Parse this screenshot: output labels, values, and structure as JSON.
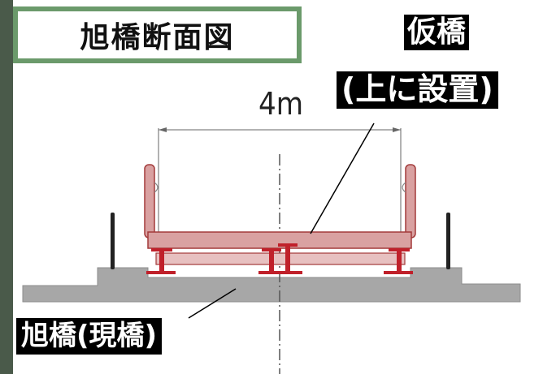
{
  "title": "旭橋断面図",
  "labels": {
    "temporary_bridge_line1": "仮橋",
    "temporary_bridge_line2": "(上に設置)",
    "existing_bridge": "旭橋(現橋)"
  },
  "dimension": "4m",
  "colors": {
    "girder_fill": "#d9a1a1",
    "girder_stroke": "#a33a3a",
    "beam_red": "#c0202a",
    "deck_gray": "#a7a7a7",
    "title_border": "#6b9a6b"
  }
}
